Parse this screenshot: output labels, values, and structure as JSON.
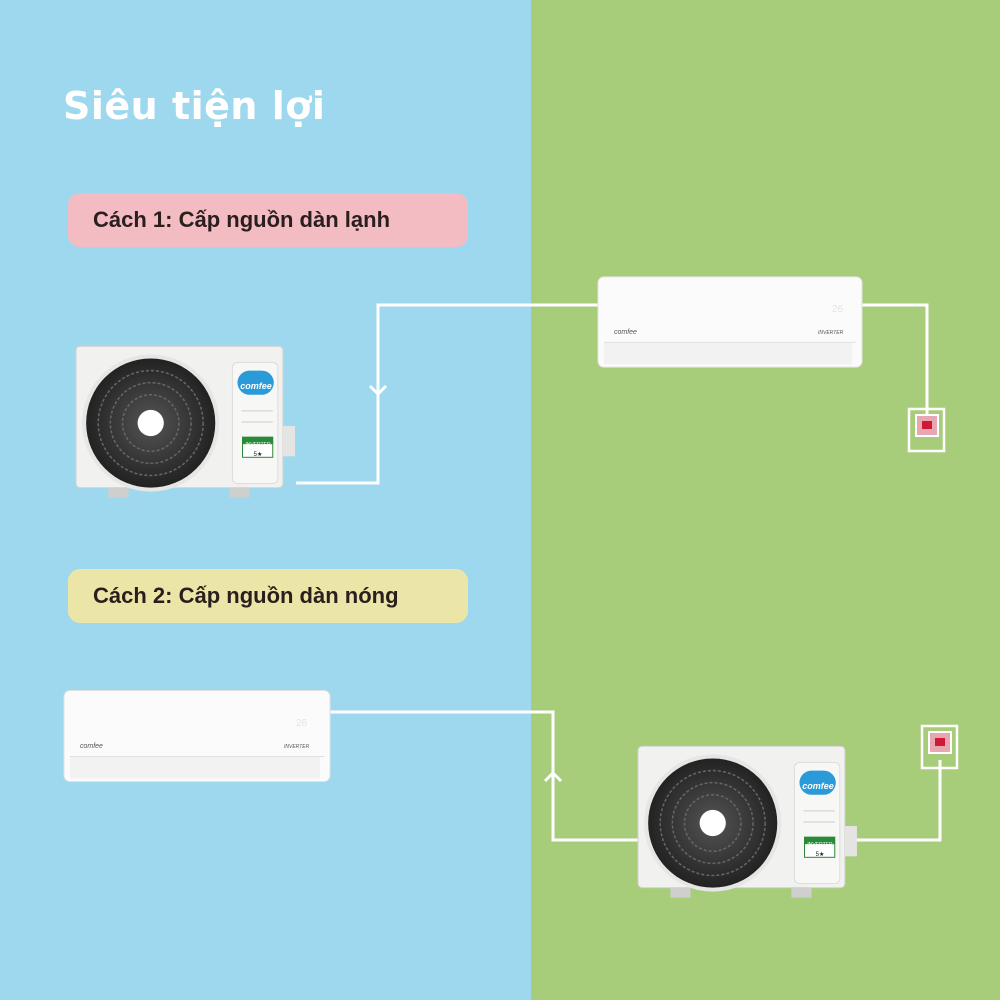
{
  "title": "Siêu tiện lợi",
  "methods": [
    {
      "label": "Cách 1: Cấp nguồn dàn lạnh",
      "color": "#f2bcc2"
    },
    {
      "label": "Cách 2: Cấp nguồn dàn nóng",
      "color": "#ebe6a8"
    }
  ],
  "colors": {
    "left_bg": "#9dd8ee",
    "right_bg": "#a7cd7b",
    "wire": "#ffffff",
    "socket_light": "#d01a33"
  },
  "unit_branding": {
    "brand": "comfee",
    "inverter": "INVERTER",
    "rating": "5★",
    "display": "26"
  }
}
